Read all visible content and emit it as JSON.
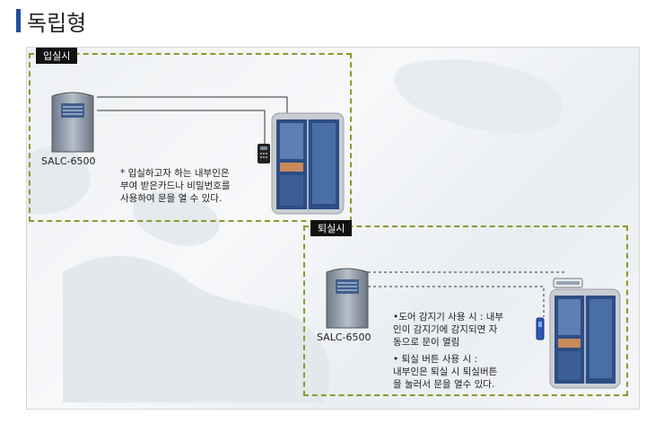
{
  "page_title": "독립형",
  "panel_entry": {
    "tag": "입실시",
    "controller_label": "SALC-6500",
    "note": "* 입실하고자 하는 내부인은\n부여 받은카드나 비밀번호를\n사용하여 문을 열 수 있다."
  },
  "panel_exit": {
    "tag": "퇴실시",
    "controller_label": "SALC-6500",
    "note1": "•도어 감지기 사용 시 : 내부\n인이 감지기에 감지되면 자\n동으로 문이 열림",
    "note2": "• 퇴실 버튼 사용 시 :\n내부인은 퇴실 시 퇴실버튼\n을 눌러서 문을 열수 있다."
  }
}
